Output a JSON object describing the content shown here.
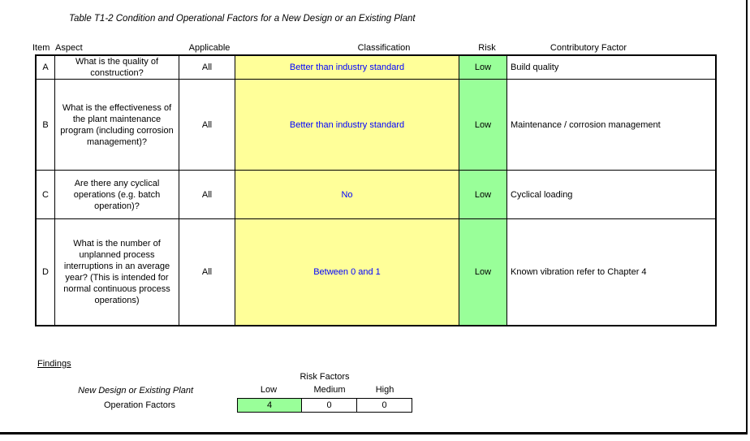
{
  "title": "Table T1-2 Condition and Operational Factors for a New Design or an Existing Plant",
  "table": {
    "headers": {
      "item": "Item",
      "aspect": "Aspect",
      "applicable": "Applicable",
      "classification": "Classification",
      "risk": "Risk",
      "contributory": "Contributory Factor"
    },
    "rows": [
      {
        "item": "A",
        "aspect": "What is the quality of construction?",
        "applicable": "All",
        "classification": "Better than industry standard",
        "risk": "Low",
        "contributory": "Build quality"
      },
      {
        "item": "B",
        "aspect": "What is the effectiveness of the plant maintenance program (including corrosion management)?",
        "applicable": "All",
        "classification": "Better than industry standard",
        "risk": "Low",
        "contributory": "Maintenance / corrosion management"
      },
      {
        "item": "C",
        "aspect": "Are there any cyclical operations (e.g. batch operation)?",
        "applicable": "All",
        "classification": "No",
        "risk": "Low",
        "contributory": "Cyclical loading"
      },
      {
        "item": "D",
        "aspect": "What is the number of unplanned process interruptions in an average year? (This is intended for normal continuous process operations)",
        "applicable": "All",
        "classification": "Between 0 and 1",
        "risk": "Low",
        "contributory": "Known vibration refer to Chapter 4"
      }
    ]
  },
  "findings": {
    "heading": "Findings",
    "group_label": "Risk Factors",
    "row_label_1": "New Design or Existing Plant",
    "row_label_2": "Operation Factors",
    "columns": [
      "Low",
      "Medium",
      "High"
    ],
    "values": [
      "4",
      "0",
      "0"
    ]
  },
  "colors": {
    "classification_bg": "#FFFF99",
    "classification_text": "#0000FF",
    "risk_low_bg": "#99FF99"
  }
}
